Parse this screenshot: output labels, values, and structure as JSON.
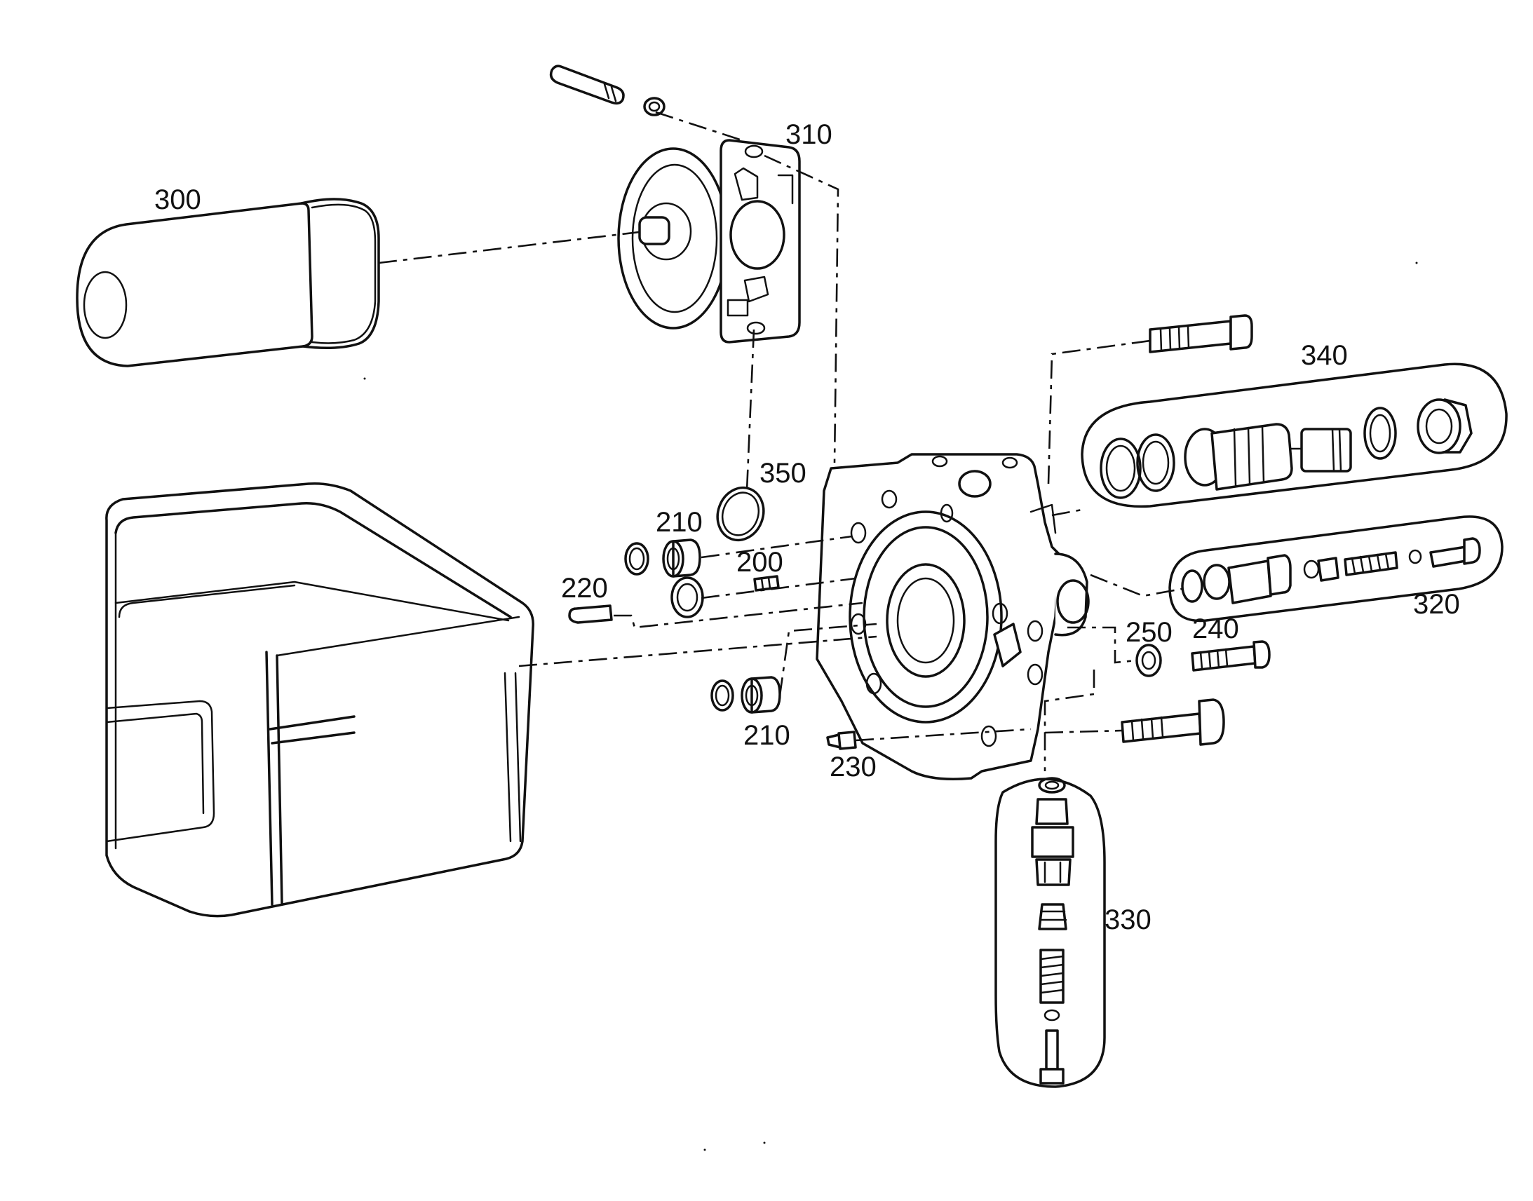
{
  "diagram": {
    "labels": {
      "part_200": "200",
      "part_210_upper": "210",
      "part_210_lower": "210",
      "part_220": "220",
      "part_230": "230",
      "part_240": "240",
      "part_250": "250",
      "part_300": "300",
      "part_310": "310",
      "part_320": "320",
      "part_330": "330",
      "part_340": "340",
      "part_350": "350"
    }
  },
  "colors": {
    "ink": "#111111",
    "background": "#ffffff"
  }
}
